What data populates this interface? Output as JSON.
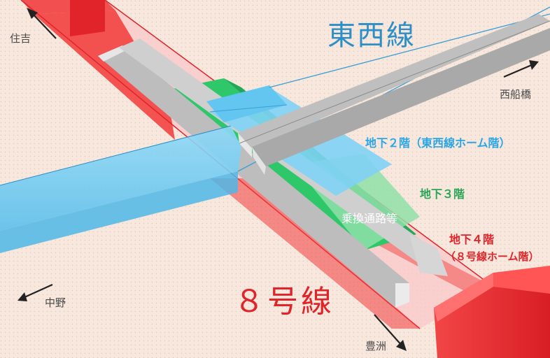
{
  "diagram": {
    "lines": {
      "tozai": {
        "name": "東西線",
        "color": "#2d8fc8"
      },
      "line8": {
        "name": "８号線",
        "color": "#e0242a"
      }
    },
    "directions": {
      "sumiyoshi": "住吉",
      "nishifunabashi": "西船橋",
      "nakano": "中野",
      "toyosu": "豊洲"
    },
    "levels": {
      "b2": "地下２階（東西線ホーム階）",
      "b3": "地下３階",
      "b3_area": "乗換通路等",
      "b4": "地下４階",
      "b4_note": "（８号線ホーム階）"
    },
    "colors": {
      "background": "#f7e7dd",
      "tozai_fill": "#7fd2f5",
      "line8_fill": "#f23a3a",
      "transfer_fill": "#2ec76a",
      "platform_fill": "#c9c9c9"
    }
  }
}
